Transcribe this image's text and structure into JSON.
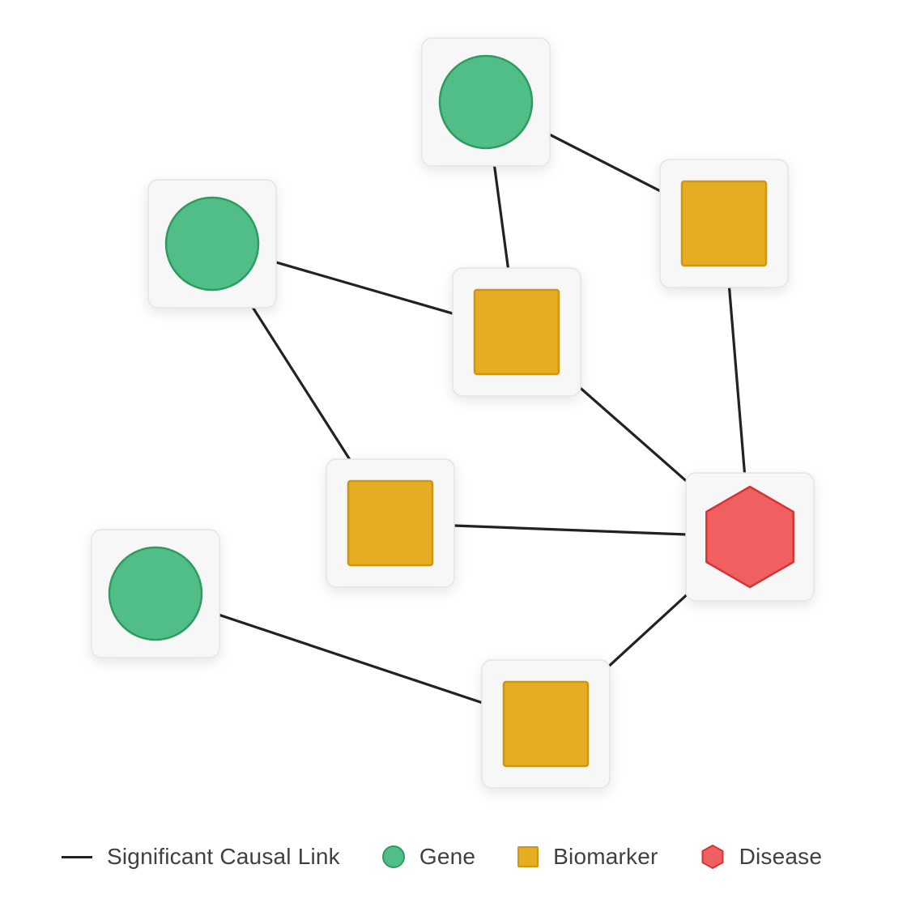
{
  "nodes": [
    {
      "id": "gene-top",
      "type": "gene"
    },
    {
      "id": "gene-left",
      "type": "gene"
    },
    {
      "id": "gene-bottom-left",
      "type": "gene"
    },
    {
      "id": "biomarker-top-right",
      "type": "biomarker"
    },
    {
      "id": "biomarker-center",
      "type": "biomarker"
    },
    {
      "id": "biomarker-middle-left",
      "type": "biomarker"
    },
    {
      "id": "biomarker-bottom",
      "type": "biomarker"
    },
    {
      "id": "disease",
      "type": "disease"
    }
  ],
  "edges": [
    {
      "from": "gene-top",
      "to": "biomarker-top-right"
    },
    {
      "from": "gene-top",
      "to": "biomarker-center"
    },
    {
      "from": "gene-left",
      "to": "biomarker-center"
    },
    {
      "from": "gene-left",
      "to": "biomarker-middle-left"
    },
    {
      "from": "biomarker-center",
      "to": "disease"
    },
    {
      "from": "biomarker-top-right",
      "to": "disease"
    },
    {
      "from": "biomarker-middle-left",
      "to": "disease"
    },
    {
      "from": "gene-bottom-left",
      "to": "biomarker-bottom"
    },
    {
      "from": "biomarker-bottom",
      "to": "disease"
    }
  ],
  "legend": {
    "link_label": "Significant Causal Link",
    "gene_label": "Gene",
    "biomarker_label": "Biomarker",
    "disease_label": "Disease"
  },
  "colors": {
    "gene": "#52be87",
    "biomarker": "#e6ac22",
    "disease": "#f06060",
    "link": "#222222"
  }
}
